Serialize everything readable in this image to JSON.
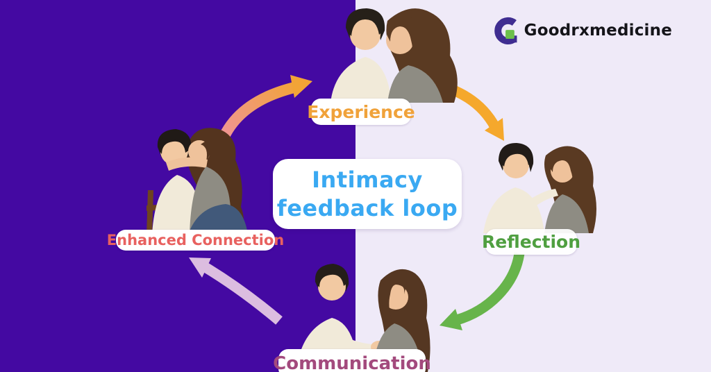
{
  "background": {
    "left_color": "#4409a2",
    "right_color": "#efeaf8"
  },
  "brand": {
    "name": "Goodrxmedicine",
    "logo_letter": "G",
    "logo_purple": "#3f2d91",
    "logo_green": "#6cc04a"
  },
  "title": {
    "line1": "Intimacy",
    "line2": "feedback loop",
    "color": "#3aa9f2"
  },
  "stages": {
    "experience": {
      "label": "Experience",
      "color": "#f0a23a",
      "illustration": "couple-foreheads-touching"
    },
    "reflection": {
      "label": "Reflection",
      "color": "#4f9f40",
      "illustration": "couple-talking-closely"
    },
    "communication": {
      "label": "Communication",
      "color": "#a34a7d",
      "illustration": "couple-conversing-with-gesture"
    },
    "enhanced_connection": {
      "label": "Enhanced Connection",
      "color": "#e8615f",
      "illustration": "couple-embracing"
    }
  },
  "arrows": {
    "enhanced_to_experience": {
      "from": "Enhanced Connection",
      "to": "Experience",
      "color_start": "#ef93a0",
      "color_end": "#f2a437"
    },
    "experience_to_reflection": {
      "from": "Experience",
      "to": "Reflection",
      "color": "#f5a82c"
    },
    "reflection_to_communication": {
      "from": "Reflection",
      "to": "Communication",
      "color": "#67b44b"
    },
    "communication_to_enhanced": {
      "from": "Communication",
      "to": "Enhanced Connection",
      "color": "#dcbde0"
    }
  }
}
